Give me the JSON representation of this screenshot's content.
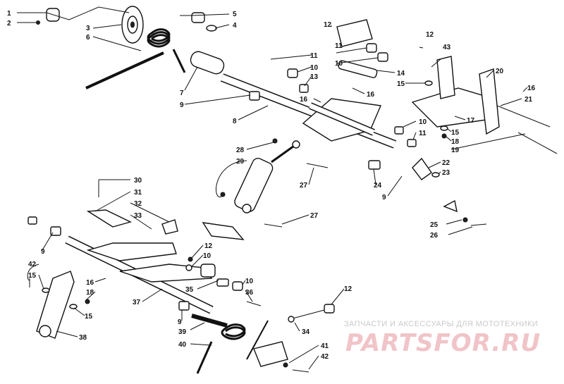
{
  "watermark": {
    "caption": "ЗАПЧАСТИ И АКСЕССУАРЫ ДЛЯ МОТОТЕХНИКИ",
    "logo": "PARTSFOR.RU",
    "logo_color": "#f0c4c8",
    "caption_color": "#c9c9c9"
  },
  "callouts": [
    "1",
    "2",
    "3",
    "4",
    "5",
    "6",
    "7",
    "8",
    "9",
    "9",
    "9",
    "9",
    "10",
    "10",
    "10",
    "10",
    "11",
    "11",
    "12",
    "12",
    "12",
    "12",
    "13",
    "14",
    "15",
    "15",
    "15",
    "16",
    "16",
    "16",
    "16",
    "17",
    "18",
    "18",
    "19",
    "20",
    "21",
    "22",
    "23",
    "24",
    "25",
    "26",
    "27",
    "27",
    "28",
    "29",
    "30",
    "31",
    "32",
    "33",
    "34",
    "35",
    "36",
    "37",
    "38",
    "39",
    "40",
    "41",
    "42",
    "42",
    "43"
  ]
}
